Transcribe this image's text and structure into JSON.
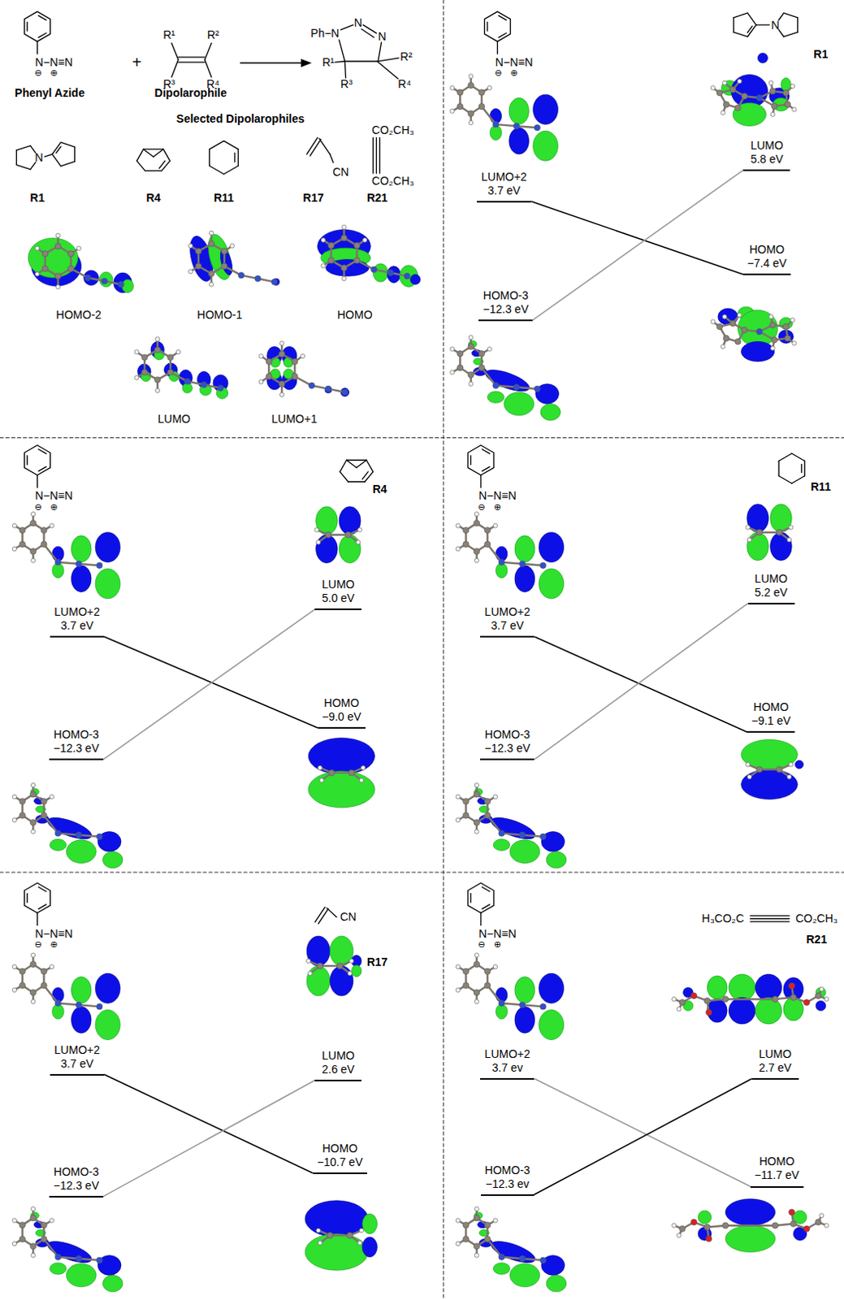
{
  "diagram": {
    "nodes": [
      {
        "text": [
          "LUMO+2",
          "3.7 eV"
        ]
      },
      {
        "text": [
          "HOMO-3",
          "−12.3 eV"
        ]
      },
      {
        "text": [
          "LUMO",
          "5.8 eV"
        ]
      },
      {
        "text": [
          "HOMO",
          "−7.4 eV"
        ]
      },
      {
        "text": [
          "LUMO+2",
          "3.7 eV"
        ]
      },
      {
        "text": [
          "HOMO-3",
          "−12.3 eV"
        ]
      },
      {
        "text": [
          "LUMO",
          "5.0 eV"
        ]
      },
      {
        "text": [
          "HOMO",
          "−9.0 eV"
        ]
      },
      {
        "text": [
          "LUMO+2",
          "3.7 eV"
        ]
      },
      {
        "text": [
          "HOMO-3",
          "−12.3 eV"
        ]
      },
      {
        "text": [
          "LUMO",
          "5.2 eV"
        ]
      },
      {
        "text": [
          "HOMO",
          "−9.1 eV"
        ]
      },
      {
        "text": [
          "LUMO+2",
          "3.7 eV"
        ]
      },
      {
        "text": [
          "HOMO-3",
          "−12.3 eV"
        ]
      },
      {
        "text": [
          "LUMO",
          "2.6 eV"
        ]
      },
      {
        "text": [
          "HOMO",
          "−10.7 eV"
        ]
      },
      {
        "text": [
          "LUMO+2",
          "3.7 ev"
        ]
      },
      {
        "text": [
          "HOMO-3",
          "−12.3 ev"
        ]
      },
      {
        "text": [
          "LUMO",
          "2.7 eV"
        ]
      },
      {
        "text": [
          "HOMO",
          "−11.7 eV"
        ]
      }
    ],
    "edges": [
      {
        "from": 0,
        "to": 3,
        "arrow": "none"
      },
      {
        "from": 1,
        "to": 2,
        "arrow": "none"
      },
      {
        "from": 4,
        "to": 7,
        "arrow": "none"
      },
      {
        "from": 5,
        "to": 6,
        "arrow": "none"
      },
      {
        "from": 8,
        "to": 11,
        "arrow": "none"
      },
      {
        "from": 9,
        "to": 10,
        "arrow": "none"
      },
      {
        "from": 12,
        "to": 15,
        "arrow": "none"
      },
      {
        "from": 13,
        "to": 14,
        "arrow": "none"
      },
      {
        "from": 16,
        "to": 19,
        "arrow": "none"
      },
      {
        "from": 17,
        "to": 18,
        "arrow": "none"
      }
    ],
    "labels": [
      "N−N≡N",
      "⊖",
      "⊕",
      "Phenyl Azide",
      "+",
      "R¹",
      "R²",
      "R³",
      "R⁴",
      "Dipolarophile",
      "Ph−N",
      "N",
      "N",
      "R¹",
      "R²",
      "R³",
      "R⁴",
      "Selected Dipolarophiles",
      "CO₂CH₃",
      "N",
      "CN",
      "CO₂CH₃",
      "R1",
      "R4",
      "R11",
      "R17",
      "R21",
      "HOMO-2",
      "HOMO-1",
      "HOMO",
      "LUMO",
      "LUMO+1",
      "N−N≡N",
      "⊖",
      "⊕",
      "N",
      "R1",
      "N−N≡N",
      "⊖",
      "⊕",
      "R4",
      "N−N≡N",
      "⊖",
      "⊕",
      "R11",
      "N−N≡N",
      "⊖",
      "⊕",
      "CN",
      "R17",
      "N−N≡N",
      "⊖",
      "⊕",
      "H₃CO₂C",
      "CO₂CH₃",
      "R21"
    ]
  }
}
